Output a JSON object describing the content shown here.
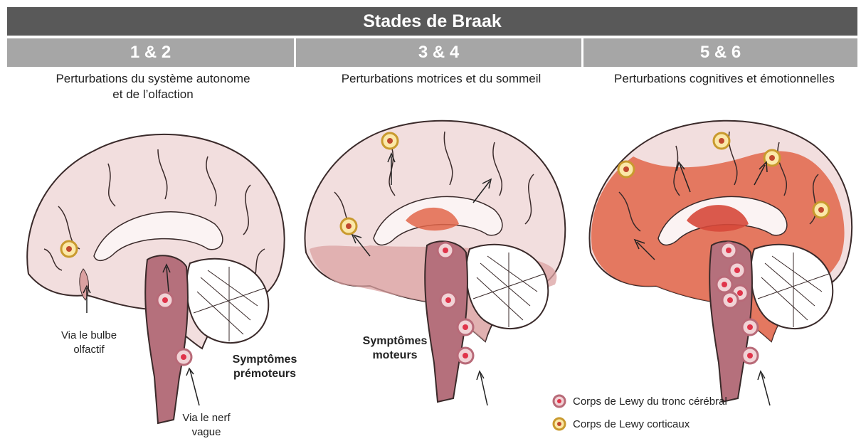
{
  "title": "Stades de Braak",
  "stages": [
    {
      "label": "1 & 2",
      "description_lines": [
        "Perturbations du système autonome",
        "et de l’olfaction"
      ]
    },
    {
      "label": "3 & 4",
      "description_lines": [
        "Perturbations motrices et du sommeil"
      ]
    },
    {
      "label": "5 & 6",
      "description_lines": [
        "Perturbations cognitives et émotionnelles"
      ]
    }
  ],
  "annotations": {
    "bulbe": [
      "Via le bulbe",
      "olfactif"
    ],
    "nerf": [
      "Via le nerf",
      "vague"
    ],
    "premoteurs": [
      "Symptômes",
      "prémoteurs"
    ],
    "moteurs": [
      "Symptômes",
      "moteurs"
    ]
  },
  "legend": [
    {
      "label": "Corps de Lewy du tronc cérébral",
      "ring": "#b86a78",
      "core": "#e0344a",
      "fill": "#f1d3d6"
    },
    {
      "label": "Corps de Lewy corticaux",
      "ring": "#c99a2e",
      "core": "#c1482e",
      "fill": "#fbe8a8"
    }
  ],
  "colors": {
    "title_bar": "#595959",
    "stage_bar": "#a6a6a6",
    "brain_fill": "#f2dede",
    "brain_outline": "#3a2a2a",
    "stem_fill": "#b5707c",
    "affected_light": "#dba1a1",
    "affected_strong": "#e2664a"
  }
}
